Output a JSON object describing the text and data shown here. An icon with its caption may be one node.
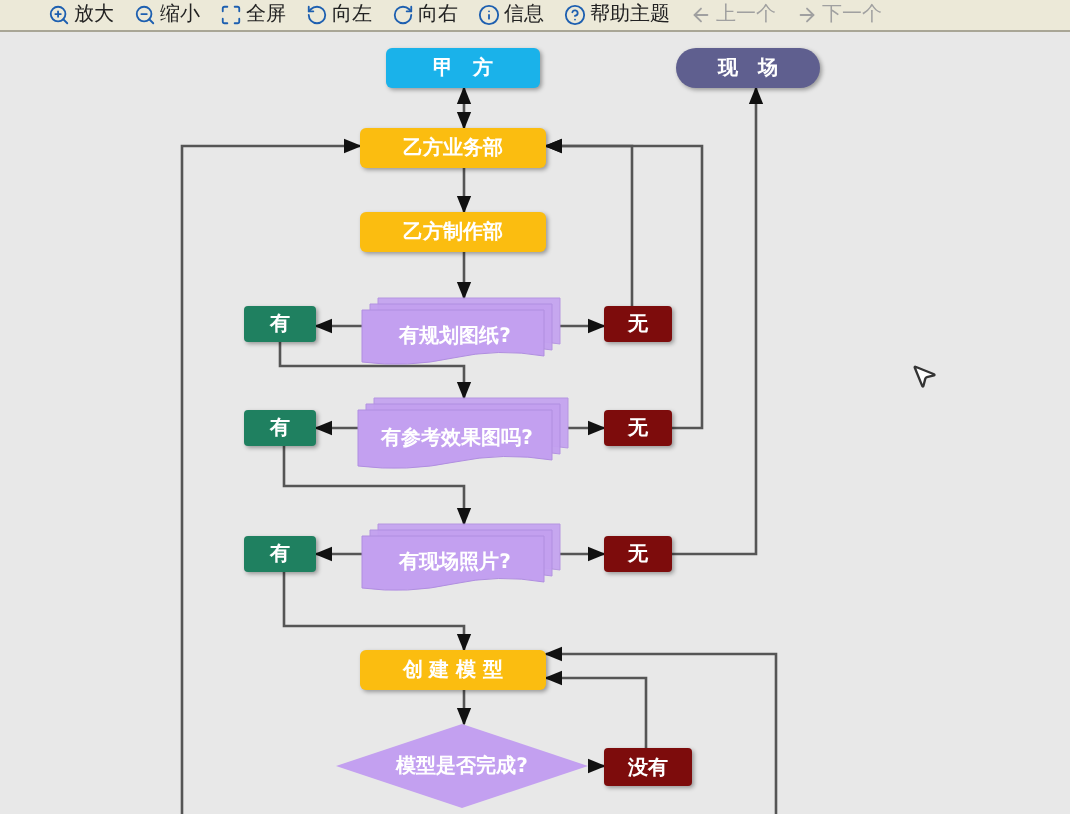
{
  "diagram": {
    "nodes": [
      {
        "text": [
          "甲　方"
        ]
      },
      {
        "text": [
          "现　场"
        ]
      },
      {
        "text": [
          "乙方业务部"
        ]
      },
      {
        "text": [
          "乙方制作部"
        ]
      },
      {
        "text": [
          "有规划图纸?"
        ]
      },
      {
        "text": [
          "有"
        ]
      },
      {
        "text": [
          "无"
        ]
      },
      {
        "text": [
          "有参考效果图吗?"
        ]
      },
      {
        "text": [
          "有"
        ]
      },
      {
        "text": [
          "无"
        ]
      },
      {
        "text": [
          "有现场照片?"
        ]
      },
      {
        "text": [
          "有"
        ]
      },
      {
        "text": [
          "无"
        ]
      },
      {
        "text": [
          "创 建 模 型"
        ]
      },
      {
        "text": [
          "模型是否完成?"
        ]
      },
      {
        "text": [
          "没有"
        ]
      }
    ],
    "edges": [
      {
        "from": 0,
        "to": 2,
        "arrow": "both"
      },
      {
        "from": 2,
        "to": 3,
        "arrow": "to"
      },
      {
        "from": 3,
        "to": 4,
        "arrow": "to"
      },
      {
        "from": 4,
        "to": 5,
        "arrow": "to"
      },
      {
        "from": 4,
        "to": 6,
        "arrow": "to"
      },
      {
        "from": 5,
        "to": 7,
        "arrow": "to"
      },
      {
        "from": 6,
        "to": 2,
        "arrow": "to"
      },
      {
        "from": 7,
        "to": 8,
        "arrow": "to"
      },
      {
        "from": 7,
        "to": 9,
        "arrow": "to"
      },
      {
        "from": 9,
        "to": 2,
        "arrow": "to"
      },
      {
        "from": 8,
        "to": 10,
        "arrow": "to"
      },
      {
        "from": 10,
        "to": 11,
        "arrow": "to"
      },
      {
        "from": 10,
        "to": 12,
        "arrow": "to"
      },
      {
        "from": 12,
        "to": 1,
        "arrow": "to"
      },
      {
        "from": 11,
        "to": 13,
        "arrow": "to"
      },
      {
        "from": 13,
        "to": 14,
        "arrow": "to"
      },
      {
        "from": 14,
        "to": 15,
        "arrow": "to"
      },
      {
        "from": 15,
        "to": 13,
        "arrow": "to"
      },
      {
        "from": null,
        "to": 2,
        "arrow": "to"
      },
      {
        "from": null,
        "to": 13,
        "arrow": "to"
      }
    ],
    "labels": [
      "放大",
      "缩小",
      "全屏",
      "向左",
      "向右",
      "信息",
      "帮助主题",
      "上一个",
      "下一个"
    ]
  }
}
